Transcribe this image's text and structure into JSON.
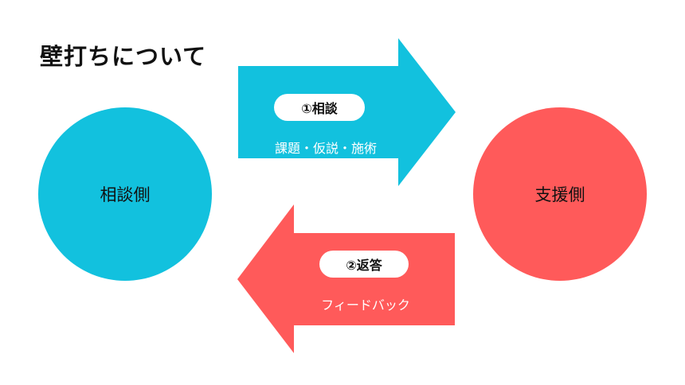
{
  "title": "壁打ちについて",
  "nodes": {
    "left": {
      "label": "相談側",
      "color": "#12c1de"
    },
    "right": {
      "label": "支援側",
      "color": "#ff5a5a"
    }
  },
  "arrows": {
    "top": {
      "badge": "①相談",
      "text": "課題・仮説・施術",
      "color": "#12c1de"
    },
    "bottom": {
      "badge": "②返答",
      "text": "フィードバック",
      "color": "#ff5a5a"
    }
  }
}
